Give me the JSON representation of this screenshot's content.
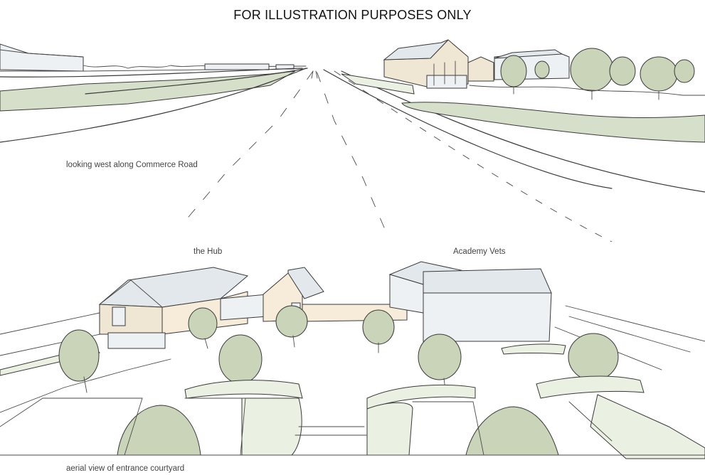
{
  "heading": "FOR ILLUSTRATION PURPOSES ONLY",
  "captions": {
    "top_view": "looking west along Commerce Road",
    "label_hub": "the Hub",
    "label_vets": "Academy Vets",
    "bottom_view": "aerial view of entrance courtyard"
  },
  "colors": {
    "grass": "#d6dfca",
    "tree": "#c9d4b9",
    "roof": "#e3e8ec",
    "timber": "#f0e6d4",
    "ink": "#3a3a3a"
  }
}
